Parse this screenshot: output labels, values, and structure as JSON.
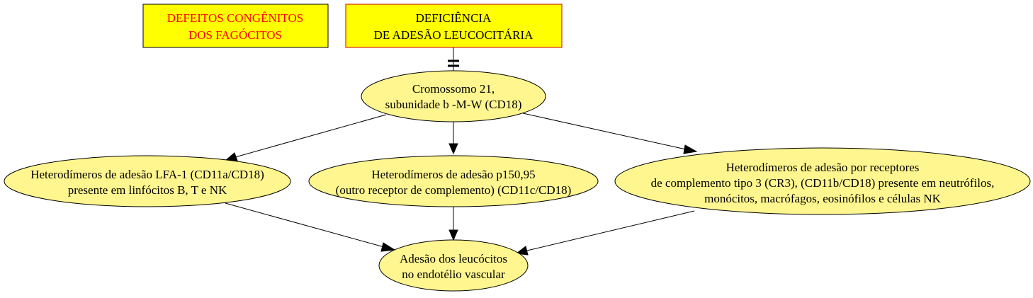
{
  "boxes": {
    "defeitos": {
      "lines": [
        "DEFEITOS CONGÊNITOS",
        "DOS FAGÓCITOS"
      ],
      "text_color": "#ff0000",
      "fill": "#ffff00"
    },
    "deficiencia": {
      "lines": [
        "DEFICIÊNCIA",
        "DE ADESÃO LEUCOCITÁRIA"
      ],
      "text_color": "#000000",
      "fill": "#ffff00"
    }
  },
  "nodes": {
    "cromossomo": {
      "lines": [
        "Cromossomo 21,",
        "subunidade b -M-W (CD18)"
      ]
    },
    "lfa1": {
      "lines": [
        "Heterodímeros de adesão LFA-1 (CD11a/CD18)",
        "presente em linfócitos B, T e NK"
      ]
    },
    "p150": {
      "lines": [
        "Heterodímeros de adesão p150,95",
        "(outro receptor de complemento) (CD11c/CD18)"
      ]
    },
    "cr3": {
      "lines": [
        "Heterodímeros de adesão por receptores",
        "de complemento tipo 3 (CR3), (CD11b/CD18) presente em neutrófilos,",
        "monócitos, macrófagos, eosinófilos e células NK"
      ]
    },
    "adesao": {
      "lines": [
        "Adesão dos leucócitos",
        "no endotélio vascular"
      ]
    }
  },
  "colors": {
    "node_fill": "#fff68f",
    "box_fill": "#ffff00",
    "edge": "#000000"
  }
}
